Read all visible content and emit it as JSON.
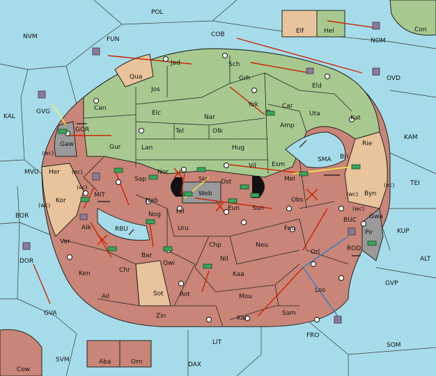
{
  "colors": {
    "sea": "#a6dcea",
    "green": "#a7c98f",
    "red": "#c98577",
    "tan": "#e8c39b",
    "gray": "#9a9a9a",
    "arrow": "#cc2200",
    "support": "#ffee44",
    "convoy": "#2a7fc9"
  },
  "sea_labels": [
    {
      "id": "pol",
      "text": "POL"
    },
    {
      "id": "nvm",
      "text": "NVM"
    },
    {
      "id": "fun",
      "text": "FUN"
    },
    {
      "id": "cob",
      "text": "COB"
    },
    {
      "id": "nom",
      "text": "NOM"
    },
    {
      "id": "ovd",
      "text": "OVD"
    },
    {
      "id": "kal",
      "text": "KAL"
    },
    {
      "id": "gvg",
      "text": "GVG"
    },
    {
      "id": "gor",
      "text": "GOR"
    },
    {
      "id": "kam",
      "text": "KAM"
    },
    {
      "id": "mvu",
      "text": "MVU"
    },
    {
      "id": "sma",
      "text": "SMA"
    },
    {
      "id": "tei",
      "text": "TEI"
    },
    {
      "id": "bor",
      "text": "BOR"
    },
    {
      "id": "mit",
      "text": "MIT"
    },
    {
      "id": "rbu",
      "text": "RBU"
    },
    {
      "id": "buc",
      "text": "BUC"
    },
    {
      "id": "kup",
      "text": "KUP"
    },
    {
      "id": "rod",
      "text": "ROD"
    },
    {
      "id": "alt",
      "text": "ALT"
    },
    {
      "id": "dor",
      "text": "DOR"
    },
    {
      "id": "gvp",
      "text": "GVP"
    },
    {
      "id": "gva",
      "text": "GVA"
    },
    {
      "id": "fro",
      "text": "FRO"
    },
    {
      "id": "som",
      "text": "SOM"
    },
    {
      "id": "lit",
      "text": "LIT"
    },
    {
      "id": "svm",
      "text": "SVM"
    },
    {
      "id": "dax",
      "text": "DAX"
    }
  ],
  "land_labels": [
    {
      "id": "con",
      "text": "Con"
    },
    {
      "id": "elf",
      "text": "Elf"
    },
    {
      "id": "hel",
      "text": "Hel"
    },
    {
      "id": "jad",
      "text": "Jad"
    },
    {
      "id": "sch",
      "text": "Sch"
    },
    {
      "id": "qua",
      "text": "Qua"
    },
    {
      "id": "jos",
      "text": "Jos"
    },
    {
      "id": "grh",
      "text": "Grh"
    },
    {
      "id": "eld",
      "text": "Eld"
    },
    {
      "id": "can",
      "text": "Can"
    },
    {
      "id": "yok",
      "text": "Yok"
    },
    {
      "id": "car",
      "text": "Car"
    },
    {
      "id": "elc",
      "text": "Elc"
    },
    {
      "id": "nar",
      "text": "Nar"
    },
    {
      "id": "uta",
      "text": "Uta"
    },
    {
      "id": "kat",
      "text": "Kat"
    },
    {
      "id": "amp",
      "text": "Amp"
    },
    {
      "id": "tel",
      "text": "Tel"
    },
    {
      "id": "olk",
      "text": "Olk"
    },
    {
      "id": "gaw",
      "text": "Gaw"
    },
    {
      "id": "gur",
      "text": "Gur"
    },
    {
      "id": "lan",
      "text": "Lan"
    },
    {
      "id": "hug",
      "text": "Hug"
    },
    {
      "id": "rie",
      "text": "Rie"
    },
    {
      "id": "bri",
      "text": "Bri"
    },
    {
      "id": "wc1",
      "text": "(wc)"
    },
    {
      "id": "her",
      "text": "Her"
    },
    {
      "id": "ec1",
      "text": "(ec)"
    },
    {
      "id": "nor",
      "text": "Nor"
    },
    {
      "id": "skr",
      "text": "Skr"
    },
    {
      "id": "vil",
      "text": "Vil"
    },
    {
      "id": "esm",
      "text": "Esm"
    },
    {
      "id": "sap",
      "text": "Sap"
    },
    {
      "id": "ost",
      "text": "Ost"
    },
    {
      "id": "mel",
      "text": "Mel"
    },
    {
      "id": "web",
      "text": "Web"
    },
    {
      "id": "ec2",
      "text": "(ec)"
    },
    {
      "id": "wc2",
      "text": "(wc)"
    },
    {
      "id": "byn",
      "text": "Byn"
    },
    {
      "id": "ec3",
      "text": "(ec)"
    },
    {
      "id": "kor",
      "text": "Kor"
    },
    {
      "id": "nab",
      "text": "Nab"
    },
    {
      "id": "eun",
      "text": "Eun"
    },
    {
      "id": "sun",
      "text": "Sun"
    },
    {
      "id": "obs",
      "text": "Obs"
    },
    {
      "id": "wc3",
      "text": "(wc)"
    },
    {
      "id": "wc4",
      "text": "(wc)"
    },
    {
      "id": "gwa",
      "text": "Gwa"
    },
    {
      "id": "hil",
      "text": "Hil"
    },
    {
      "id": "nog",
      "text": "Nog"
    },
    {
      "id": "aik",
      "text": "Aik"
    },
    {
      "id": "uru",
      "text": "Uru"
    },
    {
      "id": "feu",
      "text": "Feu"
    },
    {
      "id": "pir",
      "text": "Pir"
    },
    {
      "id": "ver",
      "text": "Ver"
    },
    {
      "id": "chp",
      "text": "Chp"
    },
    {
      "id": "neu",
      "text": "Neu"
    },
    {
      "id": "orl",
      "text": "Orl"
    },
    {
      "id": "bar",
      "text": "Bar"
    },
    {
      "id": "qwi",
      "text": "Qwi"
    },
    {
      "id": "nil",
      "text": "Nil"
    },
    {
      "id": "ken",
      "text": "Ken"
    },
    {
      "id": "chr",
      "text": "Chr"
    },
    {
      "id": "kaa",
      "text": "Kaa"
    },
    {
      "id": "los",
      "text": "Los"
    },
    {
      "id": "sot",
      "text": "Sot"
    },
    {
      "id": "rot",
      "text": "Rot"
    },
    {
      "id": "ail",
      "text": "Ail"
    },
    {
      "id": "mou",
      "text": "Mou"
    },
    {
      "id": "sam",
      "text": "Sam"
    },
    {
      "id": "zin",
      "text": "Zin"
    },
    {
      "id": "kar",
      "text": "Kar"
    },
    {
      "id": "aba",
      "text": "Aba"
    },
    {
      "id": "orn",
      "text": "Orn"
    },
    {
      "id": "cow",
      "text": "Cow"
    }
  ]
}
